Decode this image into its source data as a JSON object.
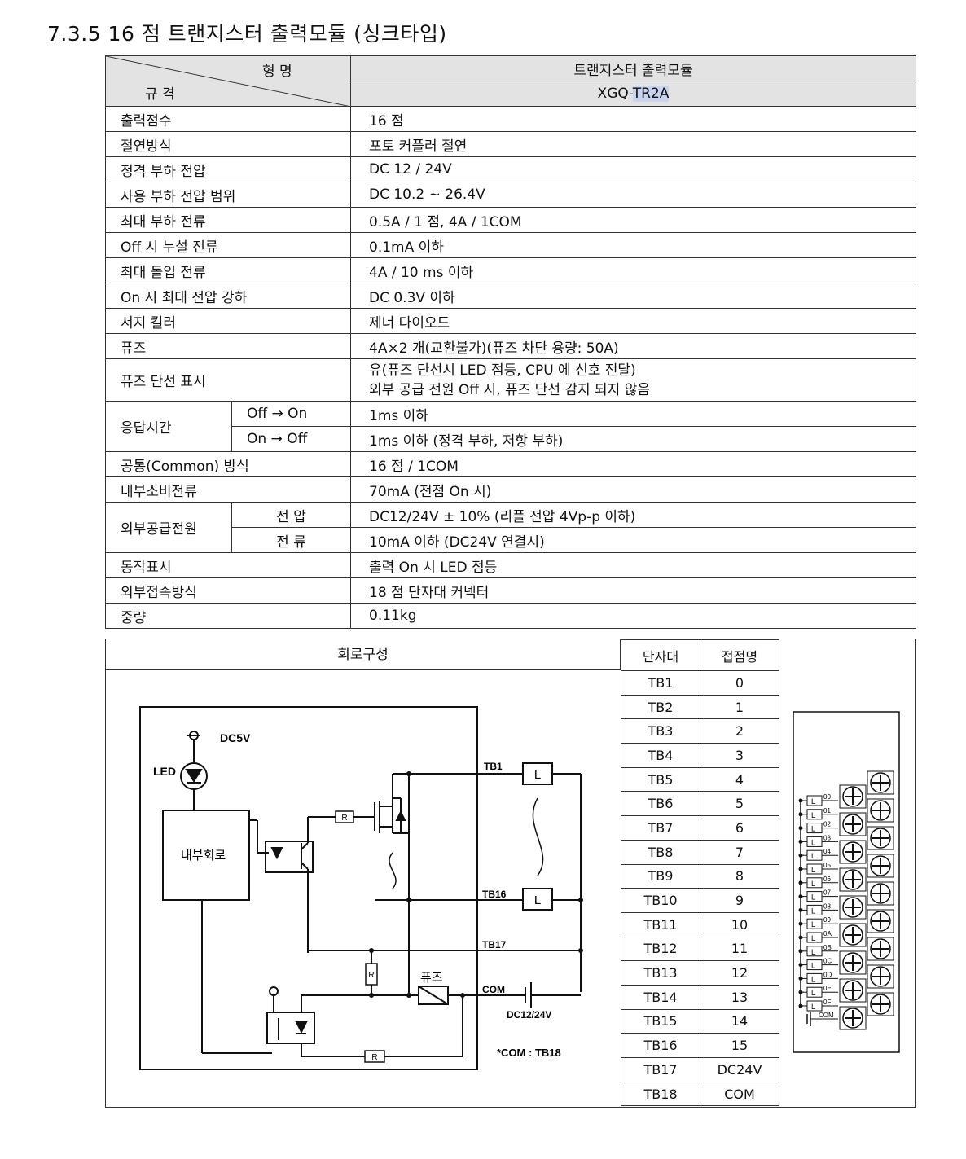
{
  "title": "7.3.5 16 점 트랜지스터 출력모듈 (싱크타입)",
  "header": {
    "type_label": "형 명",
    "spec_label": "규 격",
    "module_name": "트랜지스터 출력모듈",
    "model_prefix": "XGQ-",
    "model_highlight": "TR2A"
  },
  "rows": [
    {
      "label": "출력점수",
      "value": "16 점"
    },
    {
      "label": "절연방식",
      "value": "포토 커플러 절연"
    },
    {
      "label": "정격 부하 전압",
      "value": "DC 12 / 24V"
    },
    {
      "label": "사용 부하 전압 범위",
      "value": "DC 10.2 ~ 26.4V"
    },
    {
      "label": "최대 부하 전류",
      "value": "0.5A / 1 점, 4A / 1COM"
    },
    {
      "label": "Off 시 누설 전류",
      "value": "0.1mA 이하"
    },
    {
      "label": "최대 돌입 전류",
      "value": "4A / 10 ms 이하"
    },
    {
      "label": "On 시 최대 전압 강하",
      "value": "DC 0.3V 이하"
    },
    {
      "label": "서지 킬러",
      "value": "제너 다이오드"
    },
    {
      "label": "퓨즈",
      "value": "4A×2 개(교환불가)(퓨즈 차단 용량: 50A)"
    }
  ],
  "fuse_display": {
    "label": "퓨즈 단선 표시",
    "line1": "유(퓨즈 단선시 LED 점등, CPU 에 신호 전달)",
    "line2": "외부 공급 전원 Off 시, 퓨즈 단선 감지 되지 않음"
  },
  "response": {
    "label": "응답시간",
    "off_on_label": "Off → On",
    "off_on_value": "1ms 이하",
    "on_off_label": "On → Off",
    "on_off_value": "1ms 이하 (정격 부하, 저항 부하)"
  },
  "rows2": [
    {
      "label": "공통(Common) 방식",
      "value": "16 점 / 1COM"
    },
    {
      "label": "내부소비전류",
      "value": "70mA (전점 On 시)"
    }
  ],
  "ext_power": {
    "label": "외부공급전원",
    "voltage_label": "전 압",
    "voltage_value": "DC12/24V ± 10% (리플 전압 4Vp-p 이하)",
    "current_label": "전 류",
    "current_value": "10mA 이하 (DC24V 연결시)"
  },
  "rows3": [
    {
      "label": "동작표시",
      "value": "출력 On 시 LED 점등"
    },
    {
      "label": "외부접속방식",
      "value": "18 점 단자대 커넥터"
    },
    {
      "label": "중량",
      "value": "0.11kg"
    }
  ],
  "circuit": {
    "section_label": "회로구성",
    "dc5v": "DC5V",
    "led": "LED",
    "internal": "내부회로",
    "r": "R",
    "tb1": "TB1",
    "tb16": "TB16",
    "tb17": "TB17",
    "com": "COM",
    "fuse": "퓨즈",
    "supply": "DC12/24V",
    "load": "L",
    "com_note": "*COM : TB18"
  },
  "terminal_table": {
    "col1": "단자대",
    "col2": "접점명",
    "rows": [
      [
        "TB1",
        "0"
      ],
      [
        "TB2",
        "1"
      ],
      [
        "TB3",
        "2"
      ],
      [
        "TB4",
        "3"
      ],
      [
        "TB5",
        "4"
      ],
      [
        "TB6",
        "5"
      ],
      [
        "TB7",
        "6"
      ],
      [
        "TB8",
        "7"
      ],
      [
        "TB9",
        "8"
      ],
      [
        "TB10",
        "9"
      ],
      [
        "TB11",
        "10"
      ],
      [
        "TB12",
        "11"
      ],
      [
        "TB13",
        "12"
      ],
      [
        "TB14",
        "13"
      ],
      [
        "TB15",
        "14"
      ],
      [
        "TB16",
        "15"
      ],
      [
        "TB17",
        "DC24V"
      ],
      [
        "TB18",
        "COM"
      ]
    ]
  },
  "terminal_block": {
    "points": [
      "00",
      "01",
      "02",
      "03",
      "04",
      "05",
      "06",
      "07",
      "08",
      "09",
      "0A",
      "0B",
      "0C",
      "0D",
      "0E",
      "0F"
    ],
    "com": "COM"
  }
}
